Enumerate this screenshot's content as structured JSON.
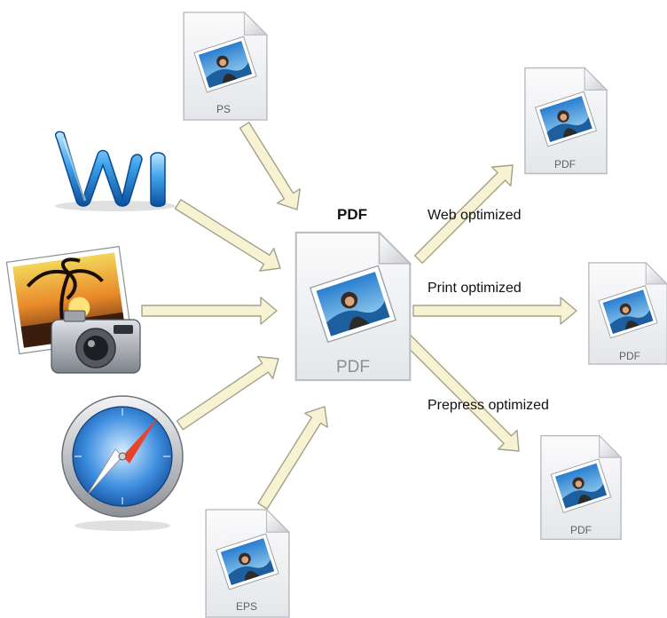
{
  "center": {
    "title": "PDF",
    "doc_label": "PDF"
  },
  "inputs": {
    "ps": {
      "doc_label": "PS",
      "icon": "postscript-document-icon"
    },
    "eps": {
      "doc_label": "EPS",
      "icon": "eps-document-icon"
    },
    "word": {
      "icon": "microsoft-word-icon"
    },
    "iphoto": {
      "icon": "iphoto-icon"
    },
    "safari": {
      "icon": "safari-compass-icon"
    }
  },
  "outputs": [
    {
      "label": "Web optimized",
      "doc_label": "PDF"
    },
    {
      "label": "Print optimized",
      "doc_label": "PDF"
    },
    {
      "label": "Prepress optimized",
      "doc_label": "PDF"
    }
  ],
  "colors": {
    "arrow_fill": "#f7f3d2",
    "arrow_stroke": "#a3a18c",
    "doc_fill": "#f1f2f3",
    "doc_stroke": "#b9bcc0"
  }
}
